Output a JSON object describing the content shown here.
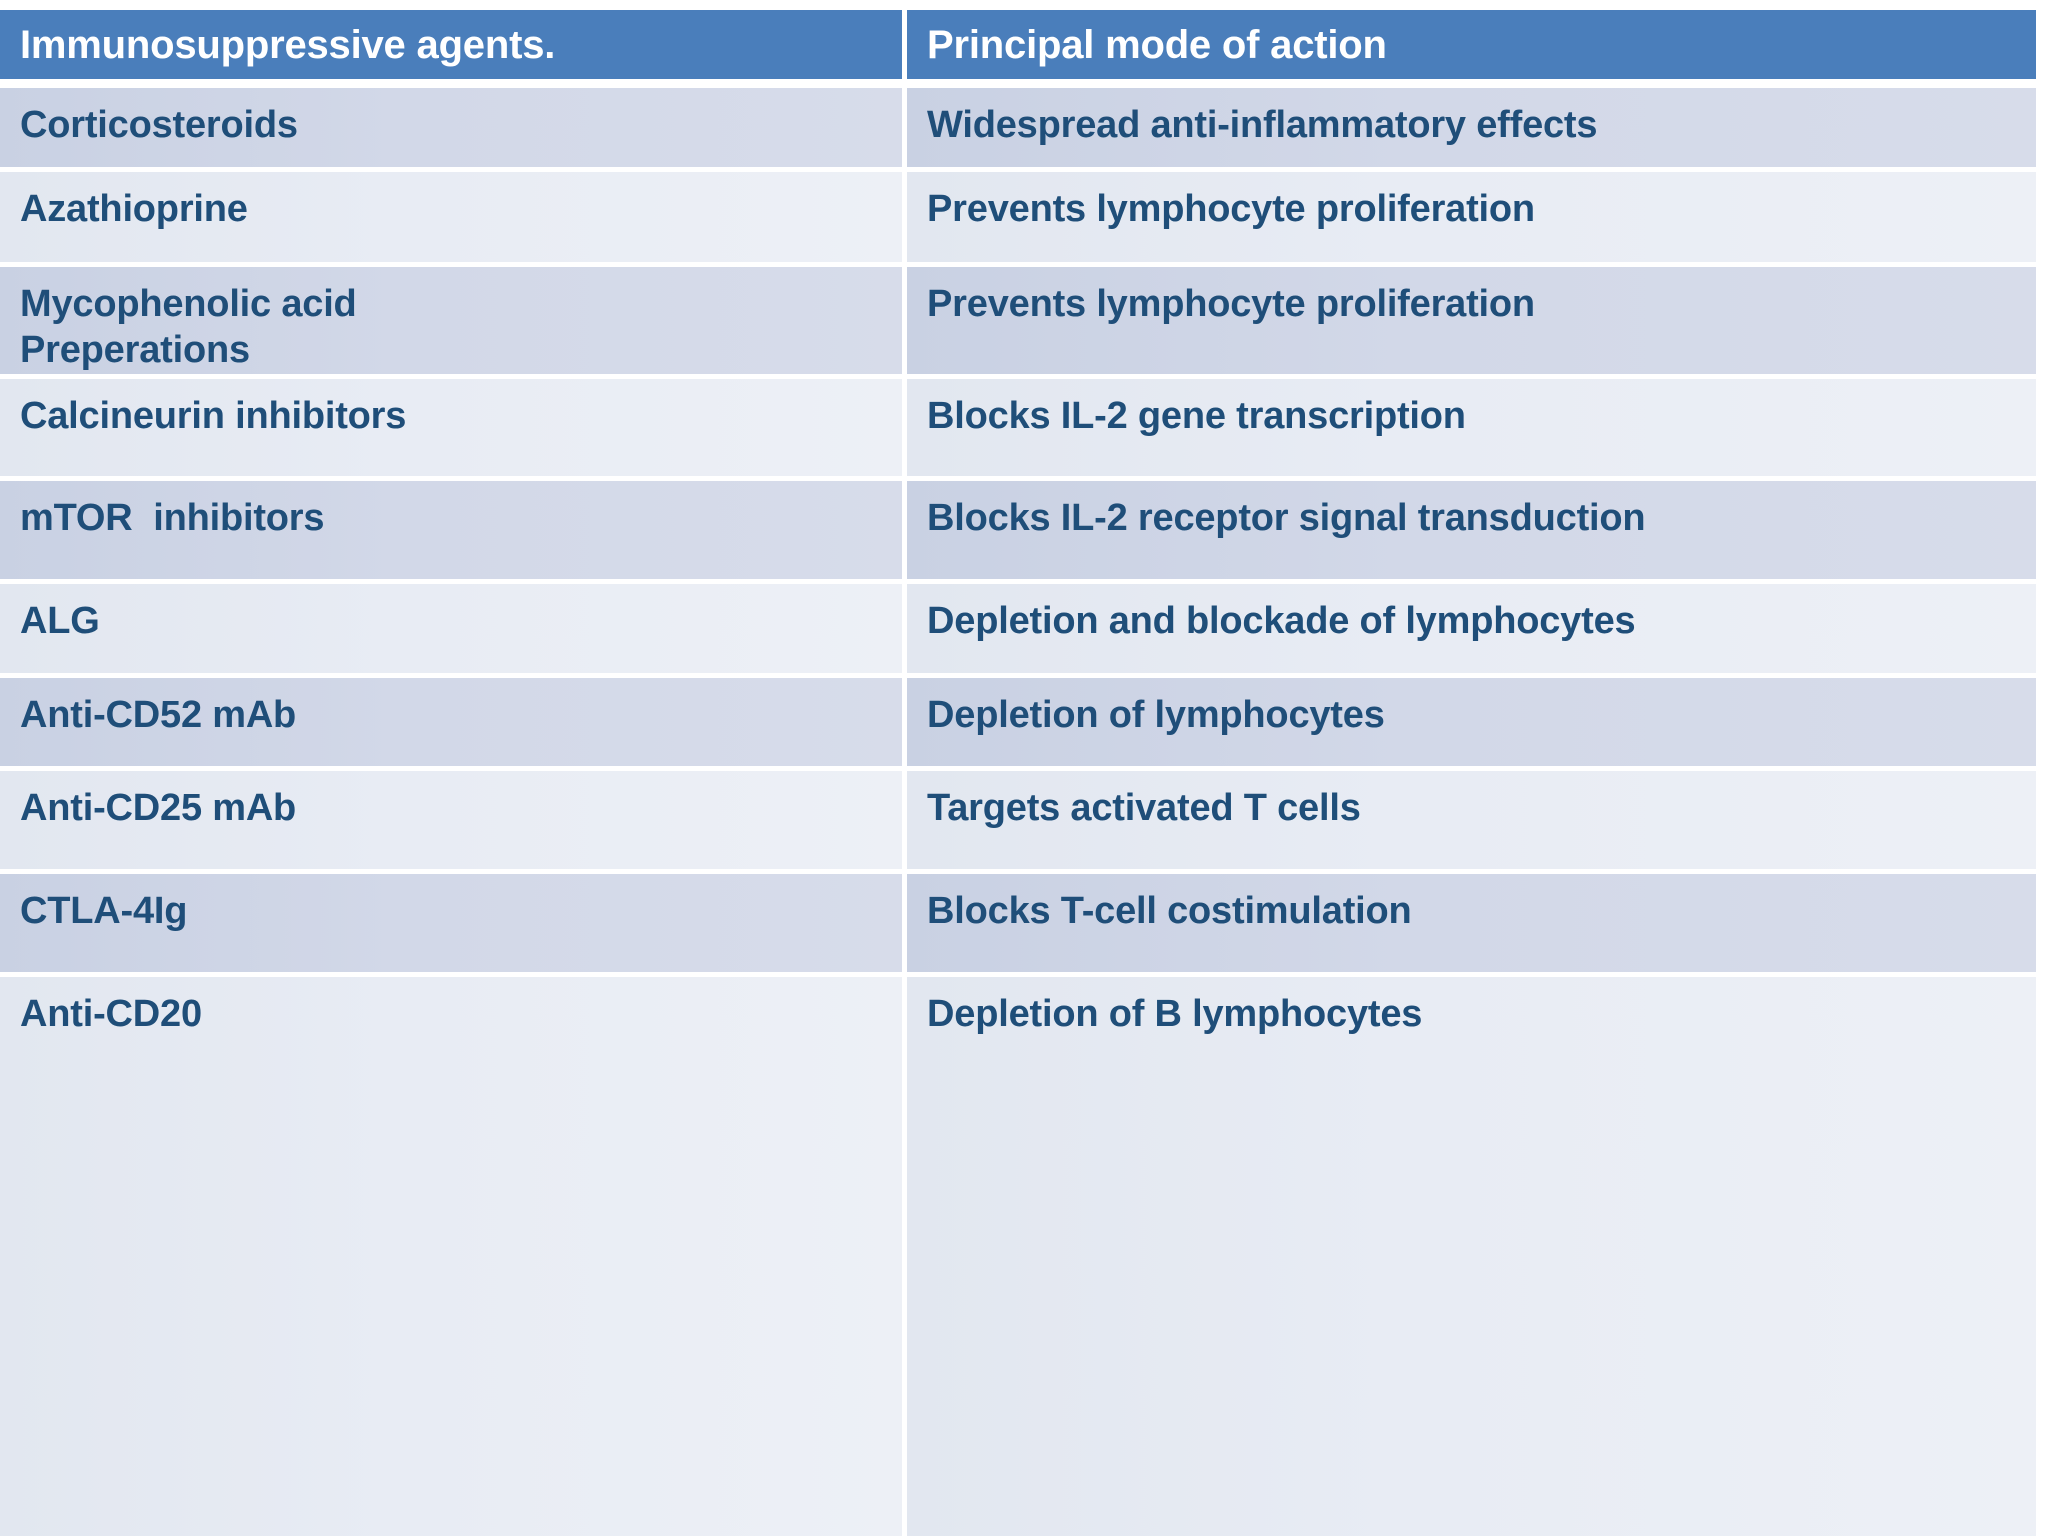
{
  "table": {
    "columns": [
      {
        "key": "agent",
        "label": "Immunosuppressive agents."
      },
      {
        "key": "mode",
        "label": "Principal mode of action"
      }
    ],
    "rows": [
      {
        "agent": "Corticosteroids",
        "mode": "Widespread anti-inflammatory effects"
      },
      {
        "agent": "Azathioprine",
        "mode": "Prevents lymphocyte proliferation"
      },
      {
        "agent": "Mycophenolic acid\nPreperations",
        "mode": "Prevents lymphocyte proliferation"
      },
      {
        "agent": "Calcineurin inhibitors",
        "mode": "Blocks IL-2 gene transcription"
      },
      {
        "agent": "mTOR  inhibitors",
        "mode": "Blocks IL-2 receptor signal transduction"
      },
      {
        "agent": "ALG",
        "mode": "Depletion and blockade of lymphocytes"
      },
      {
        "agent": "Anti-CD52 mAb",
        "mode": "Depletion of lymphocytes"
      },
      {
        "agent": "Anti-CD25 mAb",
        "mode": "Targets activated T cells"
      },
      {
        "agent": "CTLA-4Ig",
        "mode": "Blocks T-cell costimulation"
      },
      {
        "agent": "Anti-CD20",
        "mode": "Depletion of B lymphocytes"
      }
    ]
  },
  "colors": {
    "header_background": "#4a7ebb",
    "header_text": "#ffffff",
    "body_text": "#1f4e79",
    "row_band_dark": "#d2d8e8",
    "row_band_light": "#e8ecf4",
    "grid_line": "#ffffff",
    "page_background": "#ffffff"
  }
}
